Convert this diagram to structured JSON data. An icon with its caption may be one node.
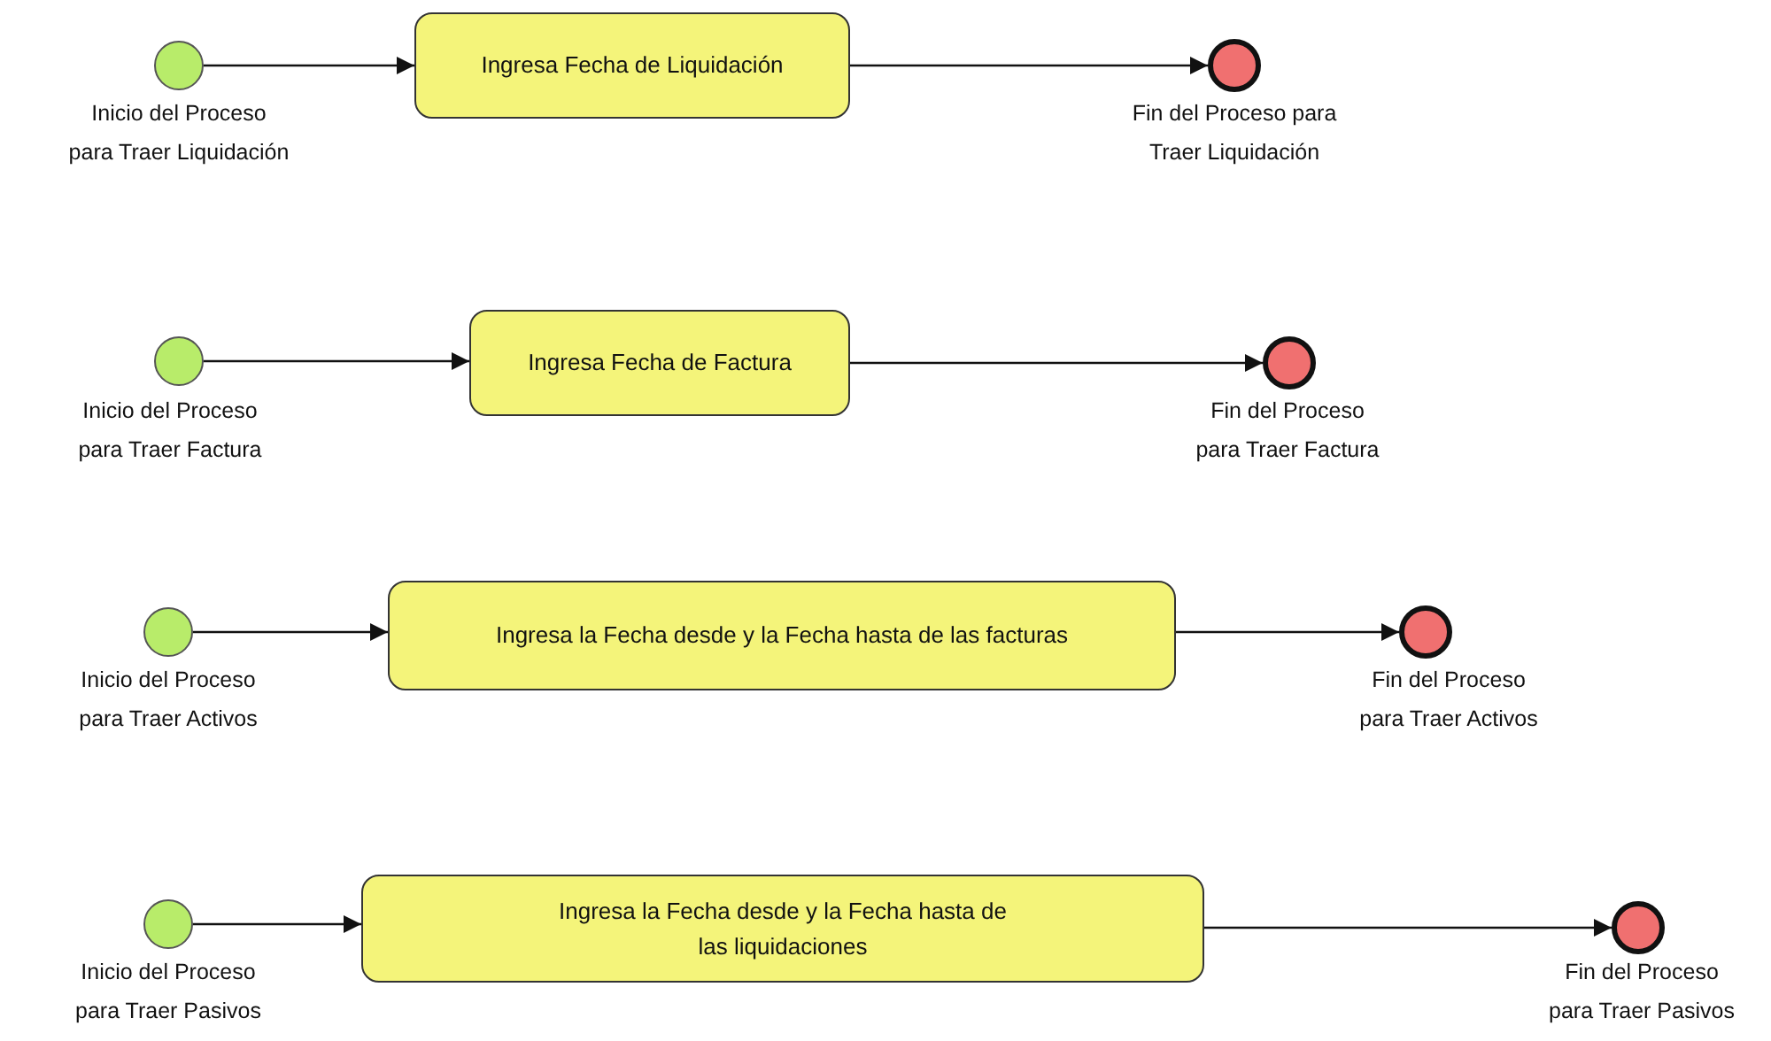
{
  "diagram": {
    "nodes": [
      {
        "text": [],
        "shape": "circle",
        "beside": [
          "Inicio del Proceso para Traer Liquidación"
        ]
      },
      {
        "text": [
          "Ingresa Fecha de Liquidación"
        ]
      },
      {
        "text": [],
        "shape": "circle",
        "beside": [
          "Fin del Proceso para Traer Liquidación"
        ]
      },
      {
        "text": [],
        "shape": "circle",
        "beside": [
          "Inicio del Proceso para Traer Factura"
        ]
      },
      {
        "text": [
          "Ingresa Fecha de Factura"
        ]
      },
      {
        "text": [],
        "shape": "circle",
        "beside": [
          "Fin del Proceso para Traer Factura"
        ]
      },
      {
        "text": [],
        "shape": "circle",
        "beside": [
          "Inicio del Proceso para Traer Activos"
        ]
      },
      {
        "text": [
          "Ingresa la Fecha desde y la Fecha hasta de las facturas"
        ]
      },
      {
        "text": [],
        "shape": "circle",
        "beside": [
          "Fin del Proceso para Traer Activos"
        ]
      },
      {
        "text": [],
        "shape": "circle",
        "beside": [
          "Inicio del Proceso para Traer Pasivos"
        ]
      },
      {
        "text": [
          "Ingresa la Fecha desde y la Fecha hasta de las liquidaciones"
        ]
      },
      {
        "text": [],
        "shape": "circle",
        "beside": [
          "Fin del Proceso para Traer Pasivos"
        ]
      }
    ],
    "edges": [
      {
        "from": 0,
        "to": 1,
        "arrow": "to"
      },
      {
        "from": 1,
        "to": 2,
        "arrow": "to"
      },
      {
        "from": 3,
        "to": 4,
        "arrow": "to"
      },
      {
        "from": 4,
        "to": 5,
        "arrow": "to"
      },
      {
        "from": 6,
        "to": 7,
        "arrow": "to"
      },
      {
        "from": 7,
        "to": 8,
        "arrow": "to"
      },
      {
        "from": 9,
        "to": 10,
        "arrow": "to"
      },
      {
        "from": 10,
        "to": 11,
        "arrow": "to"
      }
    ]
  }
}
